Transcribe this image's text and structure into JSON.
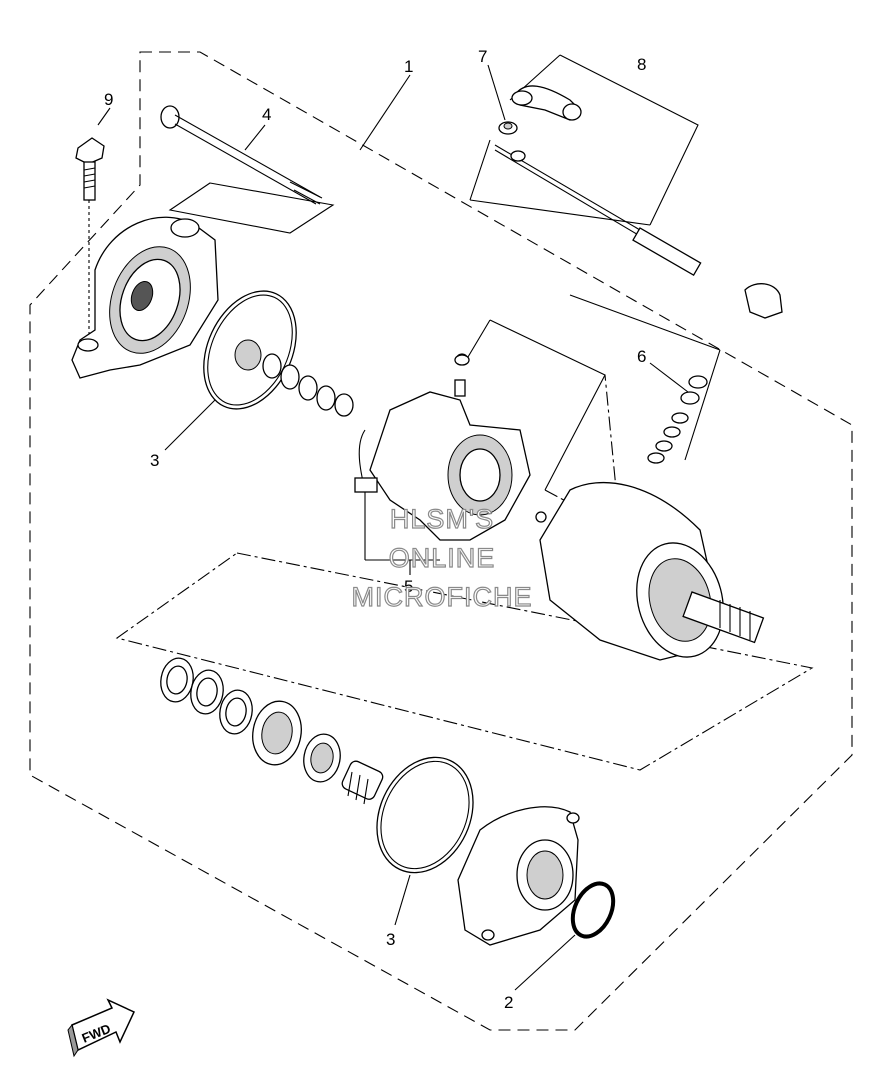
{
  "callouts": {
    "c1": "1",
    "c2": "2",
    "c3a": "3",
    "c3b": "3",
    "c4": "4",
    "c5": "5",
    "c6": "6",
    "c7": "7",
    "c8": "8",
    "c9": "9"
  },
  "watermark": {
    "line1": "HLSM'S",
    "line2": "ONLINE",
    "line3": "MICROFICHE"
  },
  "fwd_label": "FWD"
}
